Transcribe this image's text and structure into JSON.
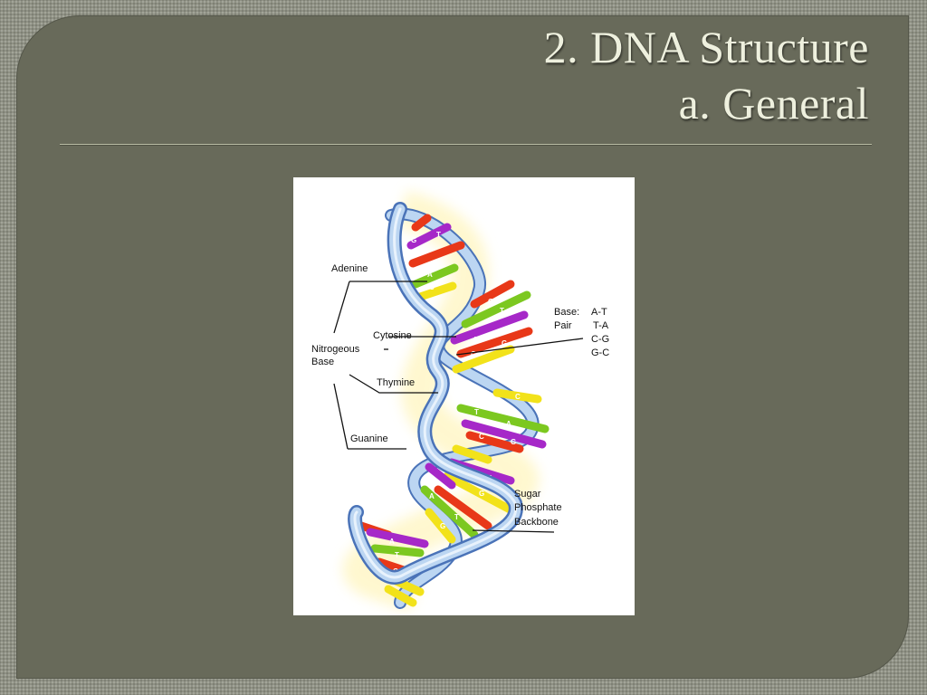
{
  "slide": {
    "title_line1": "2. DNA Structure",
    "title_line2": "a. General"
  },
  "diagram": {
    "labels": {
      "adenine": "Adenine",
      "cytosine": "Cytosine",
      "nitrogenous_base_1": "Nitrogeous",
      "nitrogenous_base_2": "Base",
      "thymine": "Thymine",
      "guanine": "Guanine",
      "base_pair_1": "Base:",
      "base_pair_2": "Pair",
      "sugar_1": "Sugar",
      "sugar_2": "Phosphate",
      "sugar_3": "Backbone"
    },
    "pairs": [
      "A-T",
      "T-A",
      "C-G",
      "G-C"
    ],
    "colors": {
      "backbone": "#bcd6f2",
      "backbone_outline": "#4a73b8",
      "adenine": "#7cc820",
      "thymine": "#e83818",
      "cytosine": "#f2e21a",
      "guanine": "#a628c8"
    }
  }
}
